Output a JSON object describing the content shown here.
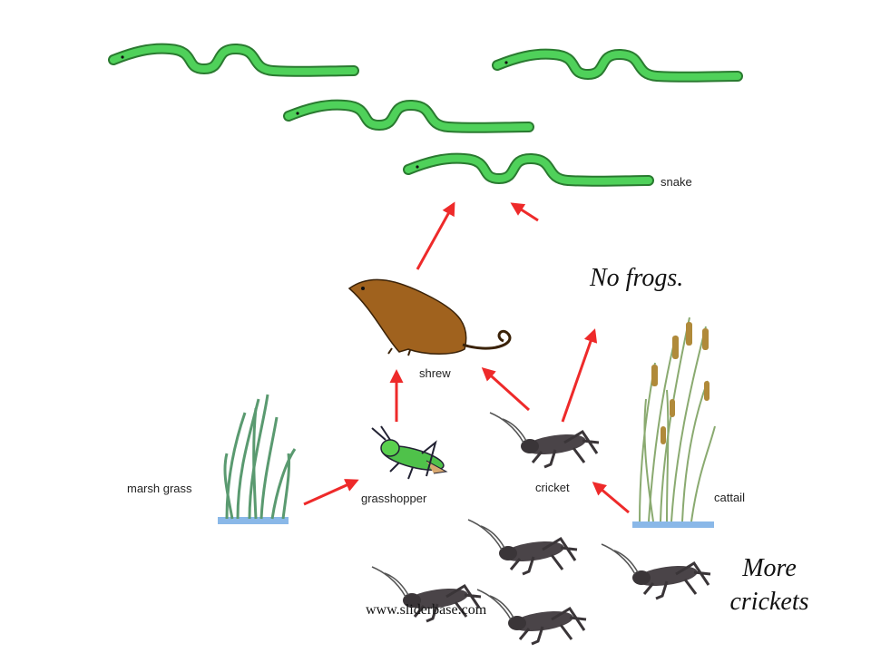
{
  "labels": {
    "snake": "snake",
    "shrew": "shrew",
    "marsh_grass": "marsh grass",
    "grasshopper": "grasshopper",
    "cricket": "cricket",
    "cattail": "cattail"
  },
  "notes": {
    "no_frogs": "No frogs.",
    "more_crickets_line1": "More",
    "more_crickets_line2": "crickets"
  },
  "watermark": "www.sliderbase.com",
  "colors": {
    "snake": "#4fd15a",
    "arrow": "#ee2a2a",
    "shrew": "#a0621e",
    "cricket": "#4a4448",
    "grass": "#5a9a70",
    "water": "#8ab8e8"
  }
}
